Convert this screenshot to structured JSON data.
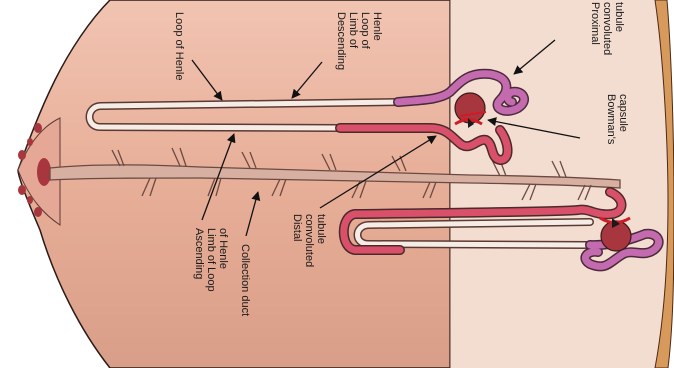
{
  "labels": {
    "loop_of_henle": "Loop of Henle",
    "descending_limb": [
      "Descending",
      "Limb of",
      "Loop of",
      "Henle"
    ],
    "proximal_convoluted_tubule": [
      "Proximal",
      "convoluted",
      "tubule"
    ],
    "bowmans_capsule": [
      "Bowman's",
      "capsule"
    ],
    "ascending_limb": [
      "Ascending",
      "Limb of Loop",
      "of Henle"
    ],
    "collection_duct": "Collection duct",
    "distal_convoluted_tubule": [
      "Distal",
      "convoluted",
      "tubule"
    ]
  },
  "colors": {
    "medulla": "#e9b5a0",
    "cortex": "#f3dcd0",
    "outer_capsule": "#d89a5a",
    "duct": "#d8b0a2",
    "duct_outline": "#6b4a42",
    "proximal_tubule": "#c46bb0",
    "distal_tubule": "#d9506a",
    "glomerulus": "#a8363f",
    "artery": "#d01a24",
    "loop_thin": "#f6ece6"
  }
}
